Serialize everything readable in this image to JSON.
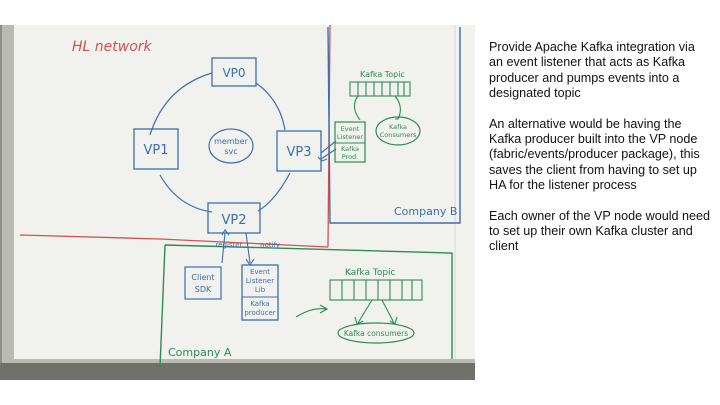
{
  "colors": {
    "wall": "#8e9187",
    "frame": "#b9bbb2",
    "board": "#f1f2ed",
    "marker_blue": "#3b6fb0",
    "marker_green": "#2e8a5a",
    "marker_red": "#d45050",
    "text": "#111111"
  },
  "whiteboard": {
    "hl_network_label": "HL network",
    "nodes": {
      "vp0": "VP0",
      "vp1": "VP1",
      "vp2": "VP2",
      "vp3": "VP3",
      "member_line1": "member",
      "member_line2": "svc"
    },
    "company_a": {
      "label": "Company A",
      "client_sdk_line1": "Client",
      "client_sdk_line2": "SDK",
      "event_listener_line1": "Event",
      "event_listener_line2": "Listener",
      "event_listener_line3": "Lib",
      "kafka_producer_line1": "Kafka",
      "kafka_producer_line2": "producer",
      "register_label": "register",
      "notify_label": "notify",
      "kafka_topic": "Kafka Topic",
      "kafka_consumers": "Kafka consumers"
    },
    "company_b": {
      "label": "Company B",
      "kafka_topic": "Kafka Topic",
      "event_listener_line1": "Event",
      "event_listener_line2": "Listener",
      "kafka_prod_line1": "Kafka",
      "kafka_prod_line2": "Prod.",
      "kafka_consumers_line1": "Kafka",
      "kafka_consumers_line2": "Consumers"
    }
  },
  "notes": {
    "paragraph1": "Provide Apache Kafka integration via an event listener that acts as Kafka producer and pumps events into a designated topic",
    "paragraph2": "An alternative would be having the Kafka producer built into the VP node (fabric/events/producer package), this saves the client from having to set up HA for the listener process",
    "paragraph3": "Each owner of the VP node would need to set up their own Kafka cluster and client"
  }
}
